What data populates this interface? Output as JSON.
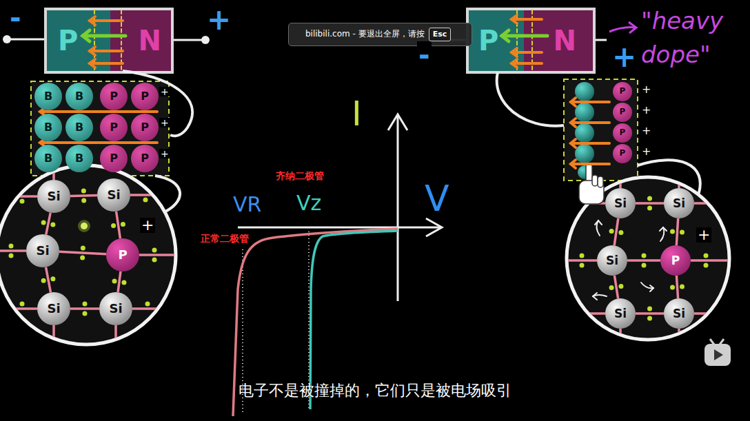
{
  "diagram": {
    "caption": "电子不是被撞掉的，它们只是被电场吸引",
    "nodes": [
      {
        "text": [
          "P"
        ]
      },
      {
        "text": [
          "N"
        ]
      },
      {
        "text": [
          "bilibili.com - 要退出全屏，请按"
        ]
      },
      {
        "text": [
          "Esc"
        ],
        "in": 2
      },
      {
        "text": [
          "P"
        ]
      },
      {
        "text": [
          "N"
        ]
      },
      {
        "text": [
          "B"
        ]
      },
      {
        "text": [
          "B"
        ]
      },
      {
        "text": [
          "P"
        ]
      },
      {
        "text": [
          "P"
        ]
      },
      {
        "text": [
          "B"
        ]
      },
      {
        "text": [
          "B"
        ]
      },
      {
        "text": [
          "P"
        ]
      },
      {
        "text": [
          "P"
        ]
      },
      {
        "text": [
          "B"
        ]
      },
      {
        "text": [
          "B"
        ]
      },
      {
        "text": [
          "P"
        ]
      },
      {
        "text": [
          "P"
        ]
      },
      {
        "text": [
          "P"
        ]
      },
      {
        "text": [
          "P"
        ]
      },
      {
        "text": [
          "P"
        ]
      },
      {
        "text": [
          "P"
        ]
      },
      {
        "text": [
          "Si"
        ]
      },
      {
        "text": [
          "Si"
        ]
      },
      {
        "text": [
          "Si"
        ]
      },
      {
        "text": [
          "P"
        ]
      },
      {
        "text": [
          "Si"
        ]
      },
      {
        "text": [
          "Si"
        ]
      },
      {
        "text": [
          "Si"
        ]
      },
      {
        "text": [
          "Si"
        ]
      },
      {
        "text": [
          "Si"
        ]
      },
      {
        "text": [
          "P"
        ]
      },
      {
        "text": [
          "Si"
        ]
      },
      {
        "text": [
          "Si"
        ]
      }
    ],
    "edges": [
      {
        "from": 22,
        "to": 23,
        "arrow": "none"
      },
      {
        "from": 24,
        "to": 25,
        "arrow": "none"
      },
      {
        "from": 26,
        "to": 27,
        "arrow": "none"
      },
      {
        "from": 22,
        "to": 24,
        "arrow": "none"
      },
      {
        "from": 24,
        "to": 26,
        "arrow": "none"
      },
      {
        "from": 23,
        "to": 25,
        "arrow": "none"
      },
      {
        "from": 25,
        "to": 27,
        "arrow": "none"
      },
      {
        "from": 28,
        "to": 29,
        "arrow": "none"
      },
      {
        "from": 30,
        "to": 31,
        "arrow": "none"
      },
      {
        "from": 32,
        "to": 33,
        "arrow": "none"
      },
      {
        "from": 28,
        "to": 30,
        "arrow": "none"
      },
      {
        "from": 30,
        "to": 32,
        "arrow": "none"
      },
      {
        "from": 29,
        "to": 31,
        "arrow": "none"
      },
      {
        "from": 31,
        "to": 33,
        "arrow": "none"
      }
    ],
    "labels": [
      "-",
      "+",
      "-",
      "+",
      "\"heavy dope\"",
      "I",
      "V",
      "VR",
      "Vz",
      "齐纳二极管",
      "正常二极管",
      "+",
      "+",
      "+",
      "+",
      "+",
      "+",
      "+",
      "+",
      "+"
    ]
  }
}
